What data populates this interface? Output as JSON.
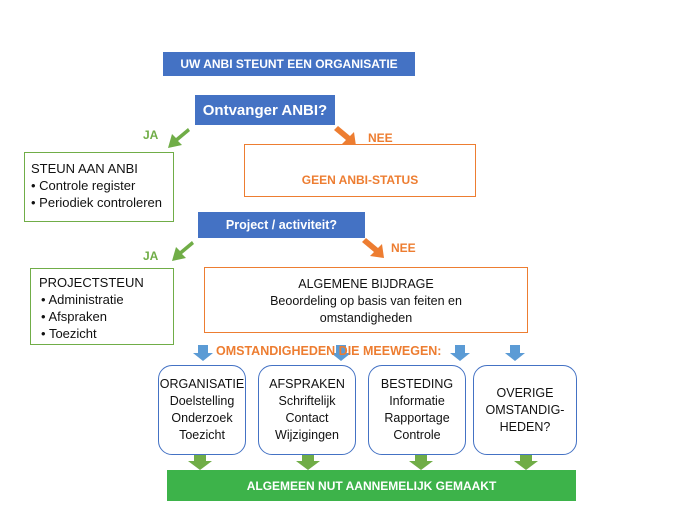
{
  "title": "UW ANBI STEUNT EEN ORGANISATIE",
  "question1": "Ontvanger ANBI?",
  "yes1": "JA",
  "no1": "NEE",
  "steun": {
    "heading": "STEUN AAN ANBI",
    "items": [
      "Controle register",
      "Periodiek controleren"
    ]
  },
  "geen_status": "GEEN ANBI-STATUS",
  "question2": "Project / activiteit?",
  "yes2": "JA",
  "no2": "NEE",
  "projectsteun": {
    "heading": "PROJECTSTEUN",
    "items": [
      "Administratie",
      "Afspraken",
      "Toezicht"
    ]
  },
  "algemene": {
    "line1": "ALGEMENE BIJDRAGE",
    "line2": "Beoordeling op basis van feiten en",
    "line3": "omstandigheden"
  },
  "omstandigheden": "OMSTANDIGHEDEN DIE MEEWEGEN:",
  "factors": [
    {
      "lines": [
        "ORGANISATIE",
        "Doelstelling",
        "Onderzoek",
        "Toezicht"
      ]
    },
    {
      "lines": [
        "AFSPRAKEN",
        "Schriftelijk",
        "Contact",
        "Wijzigingen"
      ]
    },
    {
      "lines": [
        "BESTEDING",
        "Informatie",
        "Rapportage",
        "Controle"
      ]
    },
    {
      "lines": [
        "OVERIGE",
        "OMSTANDIG-",
        "HEDEN?"
      ]
    }
  ],
  "conclusion": "ALGEMEEN NUT AANNEMELIJK GEMAAKT",
  "colors": {
    "blue": "#4472c4",
    "green": "#70ad47",
    "orange": "#ed7d31",
    "bright_green": "#3db34a",
    "arrow_blue": "#5b9bd5"
  }
}
